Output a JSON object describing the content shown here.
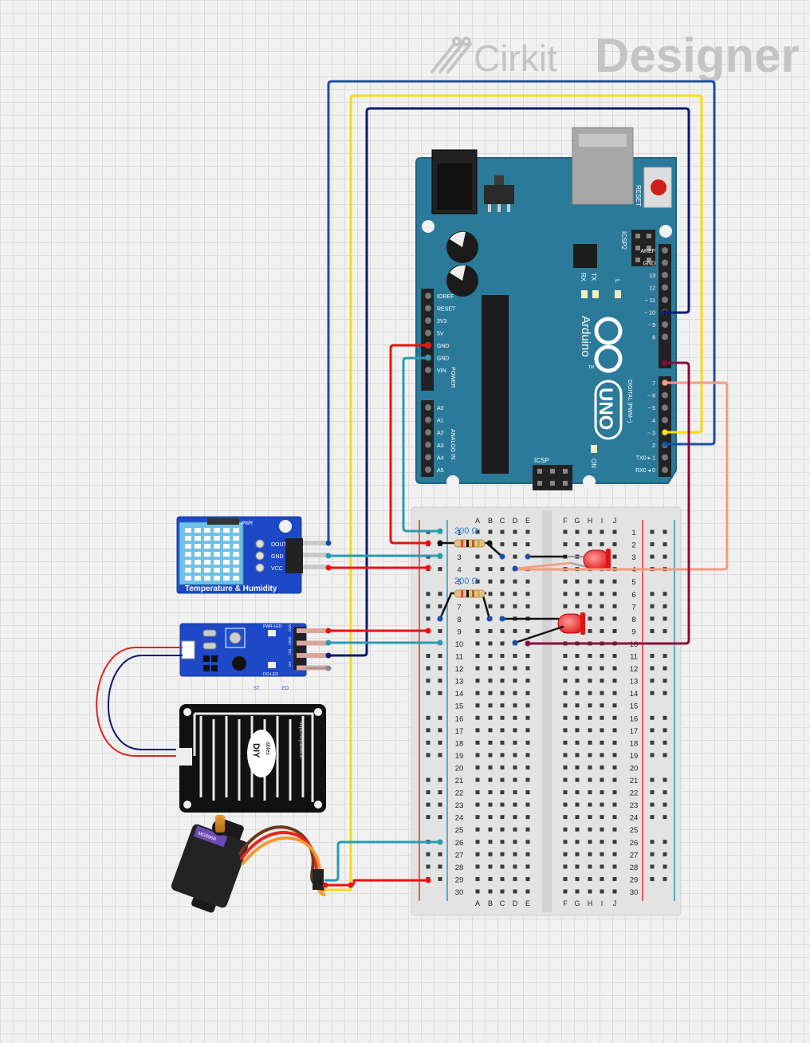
{
  "brand": {
    "prefix": "Cirkit",
    "suffix": "Designer"
  },
  "arduino": {
    "reset_label": "RESET",
    "icsp2_label": "ICSP2",
    "icsp_label": "ICSP",
    "led_labels": [
      "RX",
      "TX",
      "L"
    ],
    "on_label": "ON",
    "arduino_label": "Arduino",
    "uno_label": "UNO",
    "tm": "TM",
    "power_label": "POWER",
    "analog_label": "ANALOG IN",
    "digital_label": "DIGITAL (PWM~)",
    "power_pins": [
      "IOREF",
      "RESET",
      "3V3",
      "5V",
      "GND",
      "GND",
      "VIN"
    ],
    "analog_pins": [
      "A0",
      "A1",
      "A2",
      "A3",
      "A4",
      "A5"
    ],
    "digital_top": [
      "AREF",
      "GND",
      "13",
      "12",
      "~ 11",
      "~ 10",
      "~ 9",
      "8"
    ],
    "digital_bottom": [
      "7",
      "~ 6",
      "~ 5",
      "4",
      "~ 3",
      "2",
      "TX0 ▸ 1",
      "RX0 ◂ 0"
    ]
  },
  "breadboard": {
    "columns_left": [
      "A",
      "B",
      "C",
      "D",
      "E"
    ],
    "columns_right": [
      "F",
      "G",
      "H",
      "I",
      "J"
    ],
    "rows": 30
  },
  "resistors": [
    {
      "label": "200 Ω"
    },
    {
      "label": "200 Ω"
    }
  ],
  "dht": {
    "title": "Temperature & Humidity",
    "pins": [
      "DOUT",
      "GND",
      "VCC"
    ],
    "pwr": "PWR"
  },
  "rain_module": {
    "led_labels": [
      "PWR-LED",
      "DO-LED"
    ],
    "pins": [
      "VCC",
      "GND",
      "DO",
      "AO"
    ],
    "bottom_labels": [
      "ST",
      "ED"
    ]
  },
  "rain_plate": {
    "brand": "DIY",
    "brand_sub": "ables",
    "url": "https://diyables.io"
  },
  "servo": {
    "label": "MG996R"
  },
  "colors": {
    "board": "#2b7a9a",
    "wire_red": "#ee1111",
    "wire_teal": "#2a9ab3",
    "wire_navy": "#0a1a6e",
    "wire_blue": "#1a4fa6",
    "wire_yellow": "#f7dc11",
    "wire_maroon": "#8c0a3c",
    "wire_salmon": "#f59a7e"
  }
}
